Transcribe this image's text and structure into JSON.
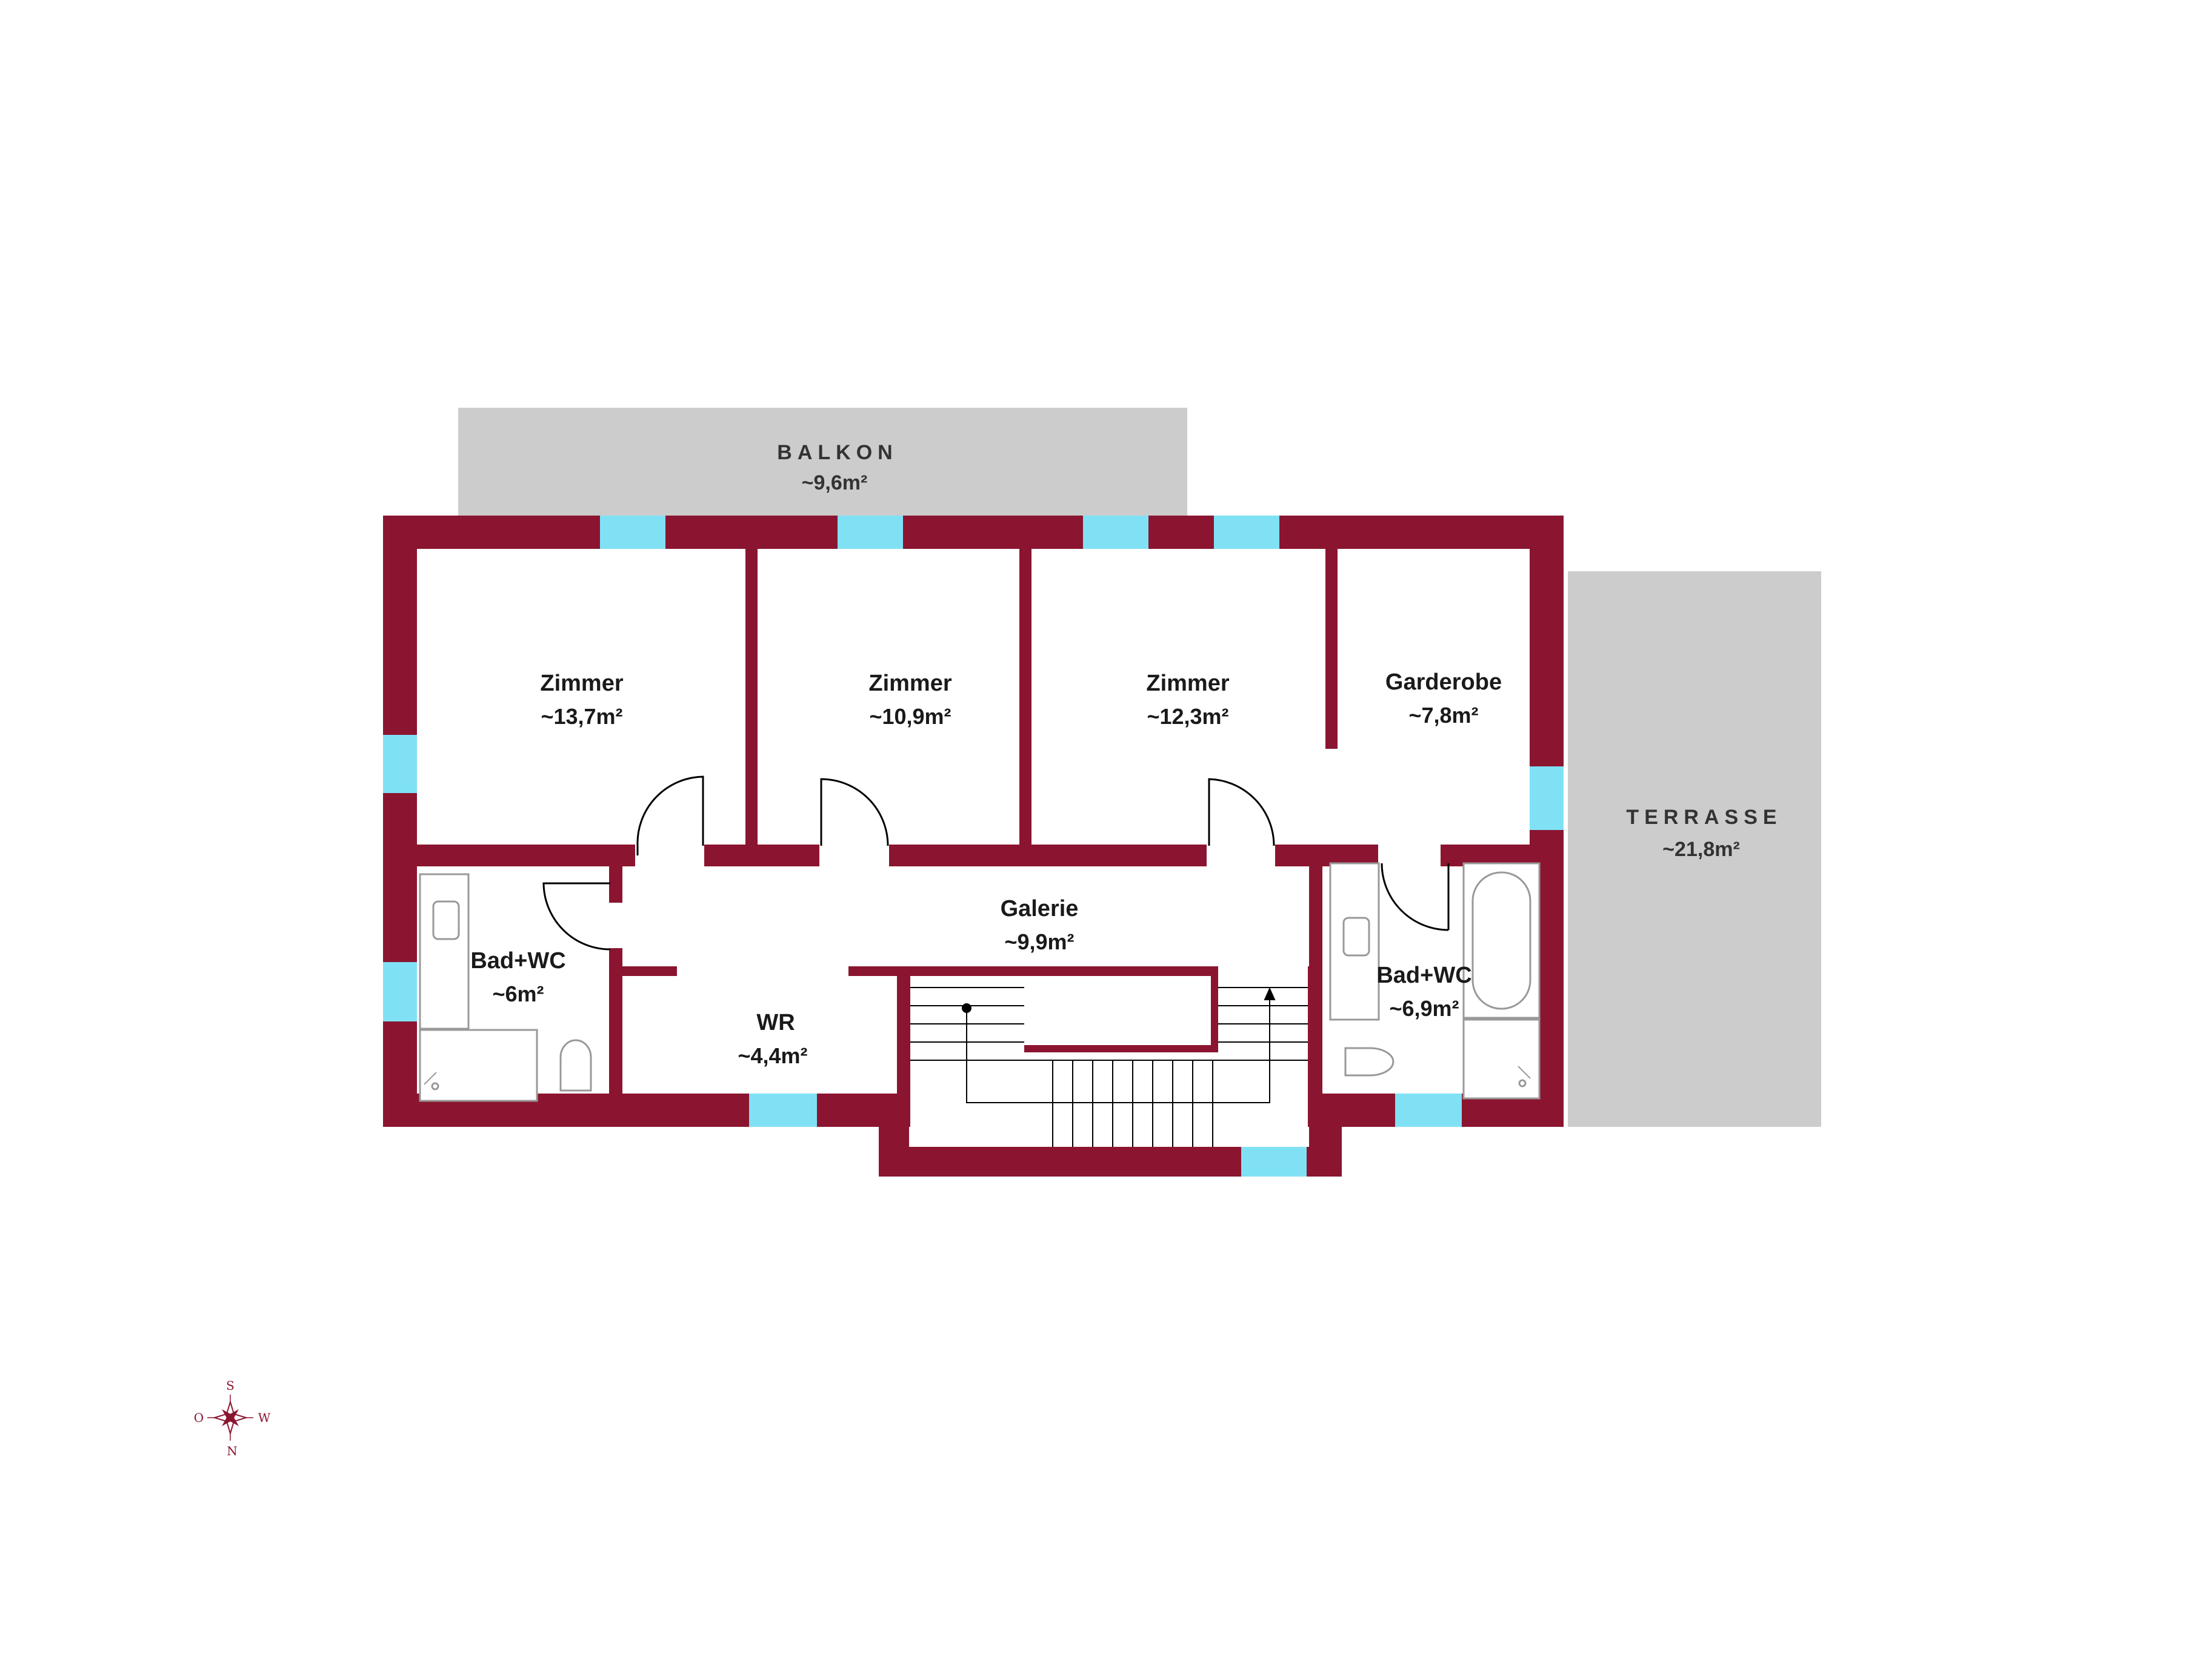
{
  "colors": {
    "wall": "#8b1530",
    "window": "#80e1f5",
    "outdoor": "#cccccc",
    "fixture": "#999999",
    "background": "#ffffff"
  },
  "outdoor": {
    "balkon": {
      "name": "BALKON",
      "area": "~9,6m²"
    },
    "terrasse": {
      "name": "TERRASSE",
      "area": "~21,8m²"
    }
  },
  "rooms": {
    "zimmer1": {
      "name": "Zimmer",
      "area": "~13,7m²"
    },
    "zimmer2": {
      "name": "Zimmer",
      "area": "~10,9m²"
    },
    "zimmer3": {
      "name": "Zimmer",
      "area": "~12,3m²"
    },
    "garderobe": {
      "name": "Garderobe",
      "area": "~7,8m²"
    },
    "galerie": {
      "name": "Galerie",
      "area": "~9,9m²"
    },
    "bad_left": {
      "name": "Bad+WC",
      "area": "~6m²"
    },
    "wr": {
      "name": "WR",
      "area": "~4,4m²"
    },
    "bad_right": {
      "name": "Bad+WC",
      "area": "~6,9m²"
    }
  },
  "compass": {
    "north": "N",
    "south": "S",
    "east": "O",
    "west": "W"
  },
  "icons": {
    "compass": "compass-rose-icon",
    "door": "door-swing-icon",
    "toilet": "toilet-icon",
    "sink": "sink-icon",
    "shower": "shower-tray-icon",
    "bathtub": "bathtub-icon"
  }
}
